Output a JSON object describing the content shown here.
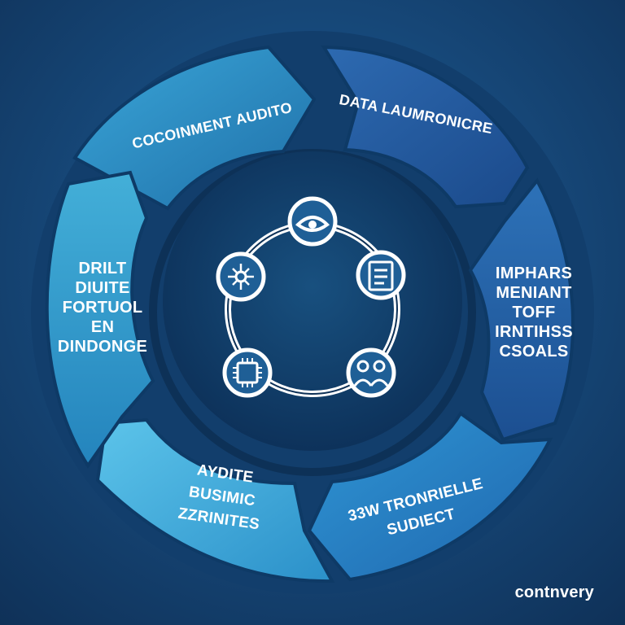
{
  "colors": {
    "background": "#174a7c",
    "hub": "#0f3b67",
    "segment_document": "#2f8fc4",
    "segment_data": "#23599f",
    "segment_impact": "#2563a7",
    "segment_subject": "#2b86c8",
    "segment_business": "#49b2de",
    "segment_draft": "#3aa3cf",
    "text": "#ffffff"
  },
  "segments": [
    {
      "lines": [
        "COCOINMENT AUDITO"
      ]
    },
    {
      "lines": [
        "DATA LAUMRONICRE"
      ]
    },
    {
      "lines": [
        "IMPHARS",
        "MENIANT",
        "TOFF",
        "IRNTIHSS",
        "CSOALS"
      ]
    },
    {
      "lines": [
        "33W TRONRIELLE",
        "SUDIECT"
      ]
    },
    {
      "lines": [
        "AYDITE",
        "BUSIMIC",
        "ZZRINITES"
      ]
    },
    {
      "lines": [
        "DRILT",
        "DIUITE",
        "FORTUOL",
        "EN",
        "DINDONGE"
      ]
    }
  ],
  "center_icons": [
    {
      "name": "eye-icon"
    },
    {
      "name": "document-icon"
    },
    {
      "name": "people-icon"
    },
    {
      "name": "chip-icon"
    },
    {
      "name": "network-icon"
    }
  ],
  "brand": "contnvery"
}
